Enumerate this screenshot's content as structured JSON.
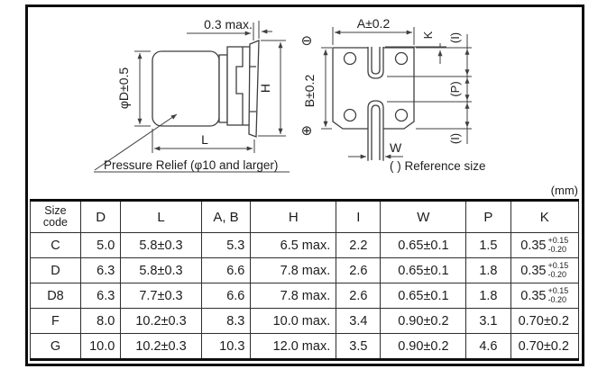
{
  "unit_note": "(mm)",
  "reference_note": "( ) Reference size",
  "side_view": {
    "dim_top_clearance": "0.3 max.",
    "dim_diameter": "φD±0.5",
    "dim_height": "H",
    "dim_length": "L",
    "pressure_relief_note": "Pressure Relief (φ10 and larger)"
  },
  "bottom_view": {
    "dim_a": "A±0.2",
    "dim_b": "B±0.2",
    "dim_k": "K",
    "dim_w": "W",
    "ref_i_top": "(I)",
    "ref_p": "(P)",
    "ref_i_bottom": "(I)",
    "polarity_minus": "⊖",
    "polarity_plus": "⊕"
  },
  "table": {
    "headers": [
      "Size\ncode",
      "D",
      "L",
      "A, B",
      "H",
      "I",
      "W",
      "P",
      "K"
    ],
    "rows": [
      {
        "code": "C",
        "d": "5.0",
        "l": "5.8±0.3",
        "ab": "5.3",
        "h": "6.5 max.",
        "i": "2.2",
        "w": "0.65±0.1",
        "p": "1.5",
        "k": "0.35",
        "k_plus": "+0.15",
        "k_minus": "-0.20"
      },
      {
        "code": "D",
        "d": "6.3",
        "l": "5.8±0.3",
        "ab": "6.6",
        "h": "7.8 max.",
        "i": "2.6",
        "w": "0.65±0.1",
        "p": "1.8",
        "k": "0.35",
        "k_plus": "+0.15",
        "k_minus": "-0.20"
      },
      {
        "code": "D8",
        "d": "6.3",
        "l": "7.7±0.3",
        "ab": "6.6",
        "h": "7.8 max.",
        "i": "2.6",
        "w": "0.65±0.1",
        "p": "1.8",
        "k": "0.35",
        "k_plus": "+0.15",
        "k_minus": "-0.20"
      },
      {
        "code": "F",
        "d": "8.0",
        "l": "10.2±0.3",
        "ab": "8.3",
        "h": "10.0 max.",
        "i": "3.4",
        "w": "0.90±0.2",
        "p": "3.1",
        "k": "0.70±0.2",
        "k_plus": "",
        "k_minus": ""
      },
      {
        "code": "G",
        "d": "10.0",
        "l": "10.2±0.3",
        "ab": "10.3",
        "h": "12.0 max.",
        "i": "3.5",
        "w": "0.90±0.2",
        "p": "4.6",
        "k": "0.70±0.2",
        "k_plus": "",
        "k_minus": ""
      }
    ]
  }
}
